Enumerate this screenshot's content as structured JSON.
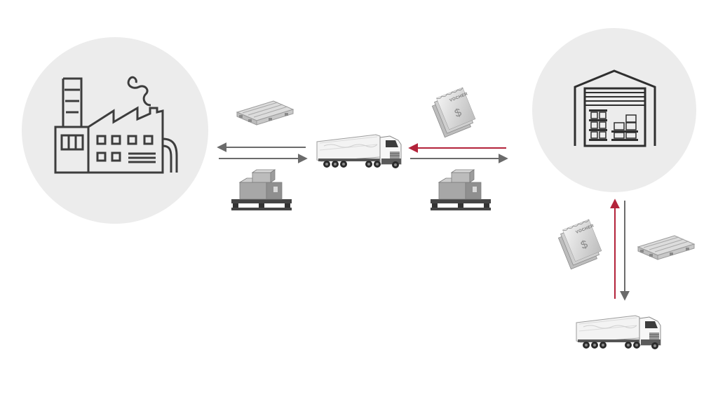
{
  "colors": {
    "background": "#ffffff",
    "node_circle": "#ececec",
    "icon_stroke": "#3d3d3d",
    "arrow_gray": "#6b6b6b",
    "arrow_red": "#b3233a",
    "pallet_light": "#cfcfcf",
    "box_gray": "#a8a8a8",
    "truck_body": "#f2f2f2"
  },
  "nodes": [
    {
      "id": "factory",
      "icon": "factory-icon"
    },
    {
      "id": "warehouse",
      "icon": "warehouse-icon"
    }
  ],
  "flows": [
    {
      "id": "factory-to-truck",
      "direction": "right",
      "color": "gray"
    },
    {
      "id": "truck-to-factory",
      "direction": "left",
      "color": "gray"
    },
    {
      "id": "warehouse-to-truck-voucher",
      "direction": "left",
      "color": "red"
    },
    {
      "id": "truck-to-warehouse-goods",
      "direction": "right",
      "color": "gray"
    },
    {
      "id": "truck-to-warehouse-voucher",
      "direction": "up",
      "color": "red"
    },
    {
      "id": "warehouse-to-truck-pallet",
      "direction": "down",
      "color": "gray"
    }
  ],
  "icons": [
    "factory-icon",
    "warehouse-icon",
    "truck-icon",
    "pallet-icon",
    "loaded-pallet-icon",
    "voucher-icon"
  ],
  "voucher_label": "VOCHER",
  "dollar_sign": "$"
}
